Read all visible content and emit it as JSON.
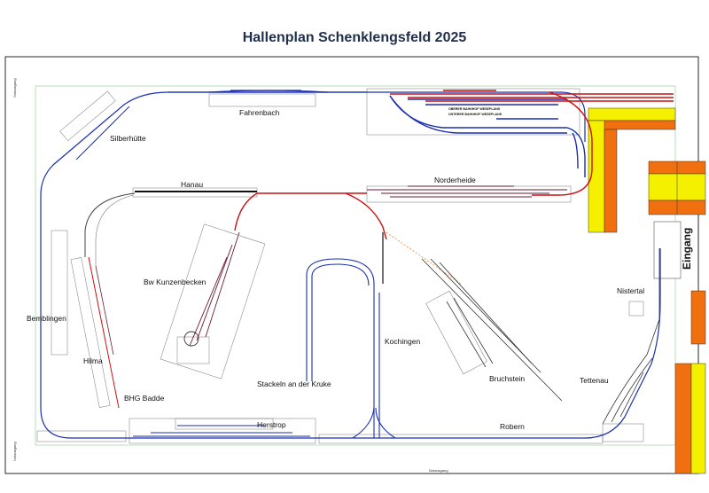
{
  "title": "Hallenplan Schenklengsfeld 2025",
  "entrance": "Eingang",
  "stations": {
    "fahrenbach": "Fahrenbach",
    "silberhuette": "Silberhütte",
    "hanau": "Hanau",
    "norderheide": "Norderheide",
    "bw_kunzenbecken": "Bw Kunzenbecken",
    "bemblingen": "Bemblingen",
    "hilma": "Hilma",
    "bhg_badde": "BHG Badde",
    "stackeln": "Stackeln an der Kruke",
    "kochingen": "Kochingen",
    "bruchstein": "Bruchstein",
    "tettenau": "Tettenau",
    "nistertal": "Nistertal",
    "herstrop": "Herstrop",
    "robern": "Robern",
    "oberer_bahnhof": "OBERER BAHNHOF WESEPLANS",
    "unterer_bahnhof": "UNTERER BAHNHOF WESEPLANS"
  },
  "edge_labels": {
    "left_top": "Notausgang",
    "left_bottom": "Notausgang",
    "bottom": "Notausgang"
  },
  "colors": {
    "main_line": "#1a2fb0",
    "red_line": "#cc1010",
    "dark_track": "#6a1a30",
    "yellow": "#f5ef00",
    "orange": "#f07010",
    "frame": "#3a6fc7"
  }
}
